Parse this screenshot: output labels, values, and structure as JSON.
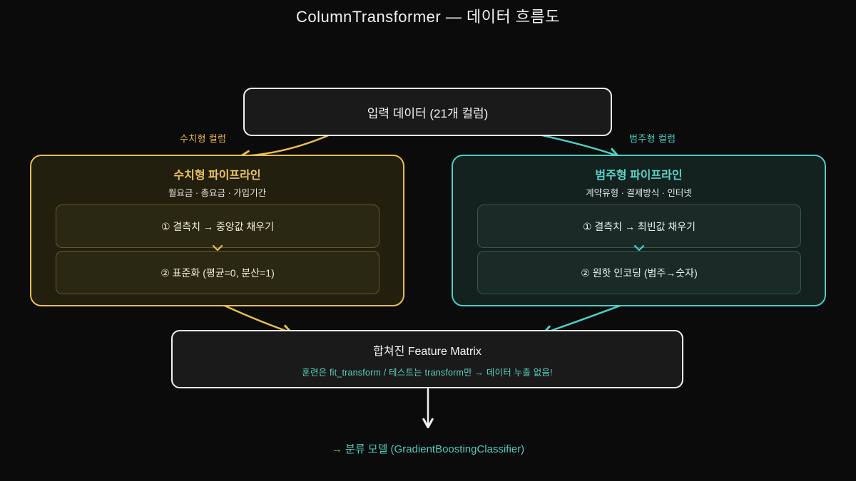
{
  "title": "ColumnTransformer — 데이터 흐름도",
  "input_box": {
    "label": "입력 데이터 (21개 컬럼)"
  },
  "branch_labels": {
    "numeric": "수치형 컬럼",
    "categorical": "범주형 컬럼"
  },
  "numeric_pipeline": {
    "title": "수치형 파이프라인",
    "subtitle": "월요금 · 총요금 · 가입기간",
    "steps": [
      "① 결측치 → 중앙값 채우기",
      "② 표준화 (평균=0, 분산=1)"
    ]
  },
  "categorical_pipeline": {
    "title": "범주형 파이프라인",
    "subtitle": "계약유형 · 결제방식 · 인터넷",
    "steps": [
      "① 결측치 → 최빈값 채우기",
      "② 원핫 인코딩 (범주→숫자)"
    ]
  },
  "merged_box": {
    "title": "합쳐진 Feature Matrix",
    "subtitle": "훈련은 fit_transform  /  테스트는 transform만  →  데이터 누출 없음!"
  },
  "output_caption": "→ 분류 모델 (GradientBoostingClassifier)",
  "colors": {
    "background": "#0b0b0b",
    "numeric_accent": "#e8bc56",
    "categorical_accent": "#4ecdc4",
    "neutral_border": "#f2f2f2",
    "merged_subtitle_text": "#5dd0bd",
    "output_caption_text": "#59c9ba"
  }
}
